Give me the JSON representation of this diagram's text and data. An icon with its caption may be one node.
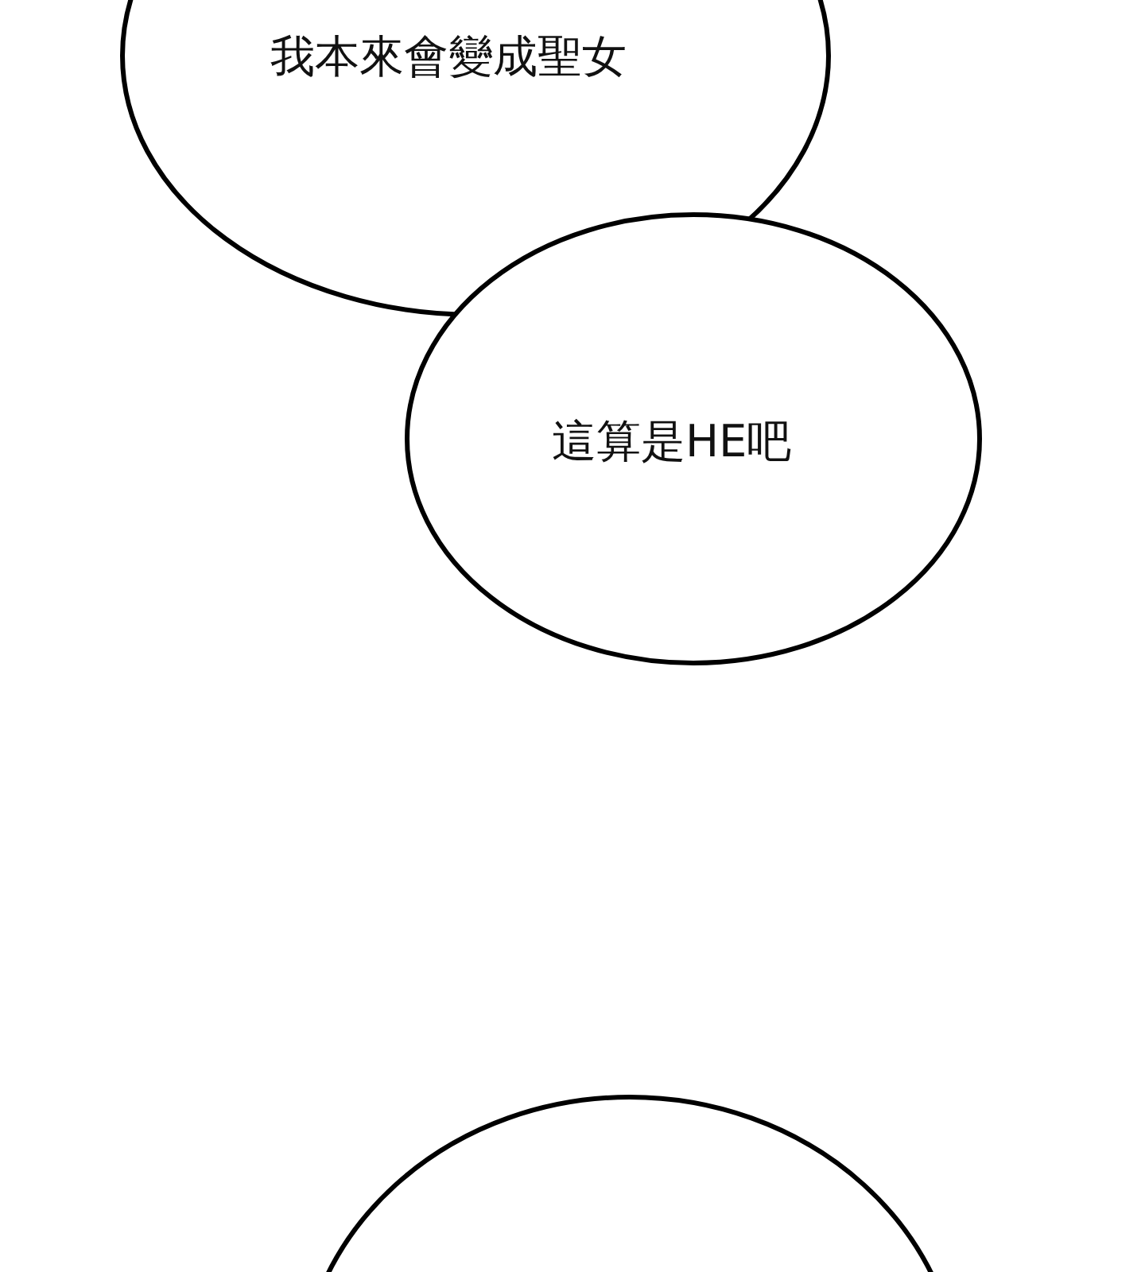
{
  "diagram": {
    "nodes": [
      {
        "text": [
          "我本來會變成聖女"
        ]
      },
      {
        "text": [
          "這算是HE吧"
        ]
      },
      {
        "text": [],
        "shape": "circle"
      }
    ]
  }
}
